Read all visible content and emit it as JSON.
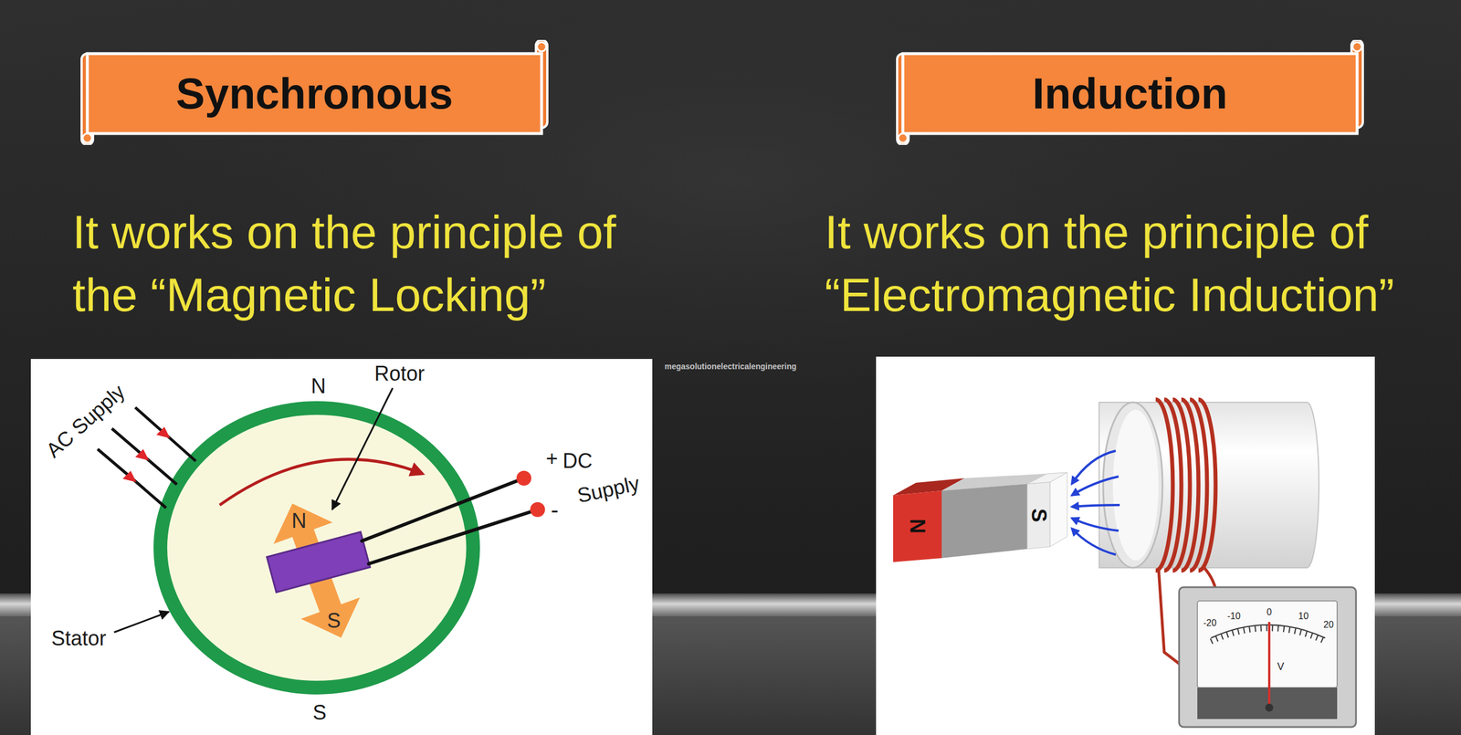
{
  "diagram": {
    "nodes": [
      {
        "text": [
          "Synchronous"
        ]
      },
      {
        "text": [
          "Induction"
        ]
      }
    ],
    "labels": [
      "It works on the principle of the “Magnetic Locking”",
      "It works on the principle of “Electromagnetic Induction”",
      "megasolutionelectricalengineering",
      "AC Supply",
      "N",
      "Rotor",
      "+",
      "DC",
      "-",
      "Supply",
      "N",
      "S",
      "Stator",
      "S",
      "N",
      "S",
      "-20",
      "-10",
      "0",
      "10",
      "20",
      "V"
    ]
  }
}
